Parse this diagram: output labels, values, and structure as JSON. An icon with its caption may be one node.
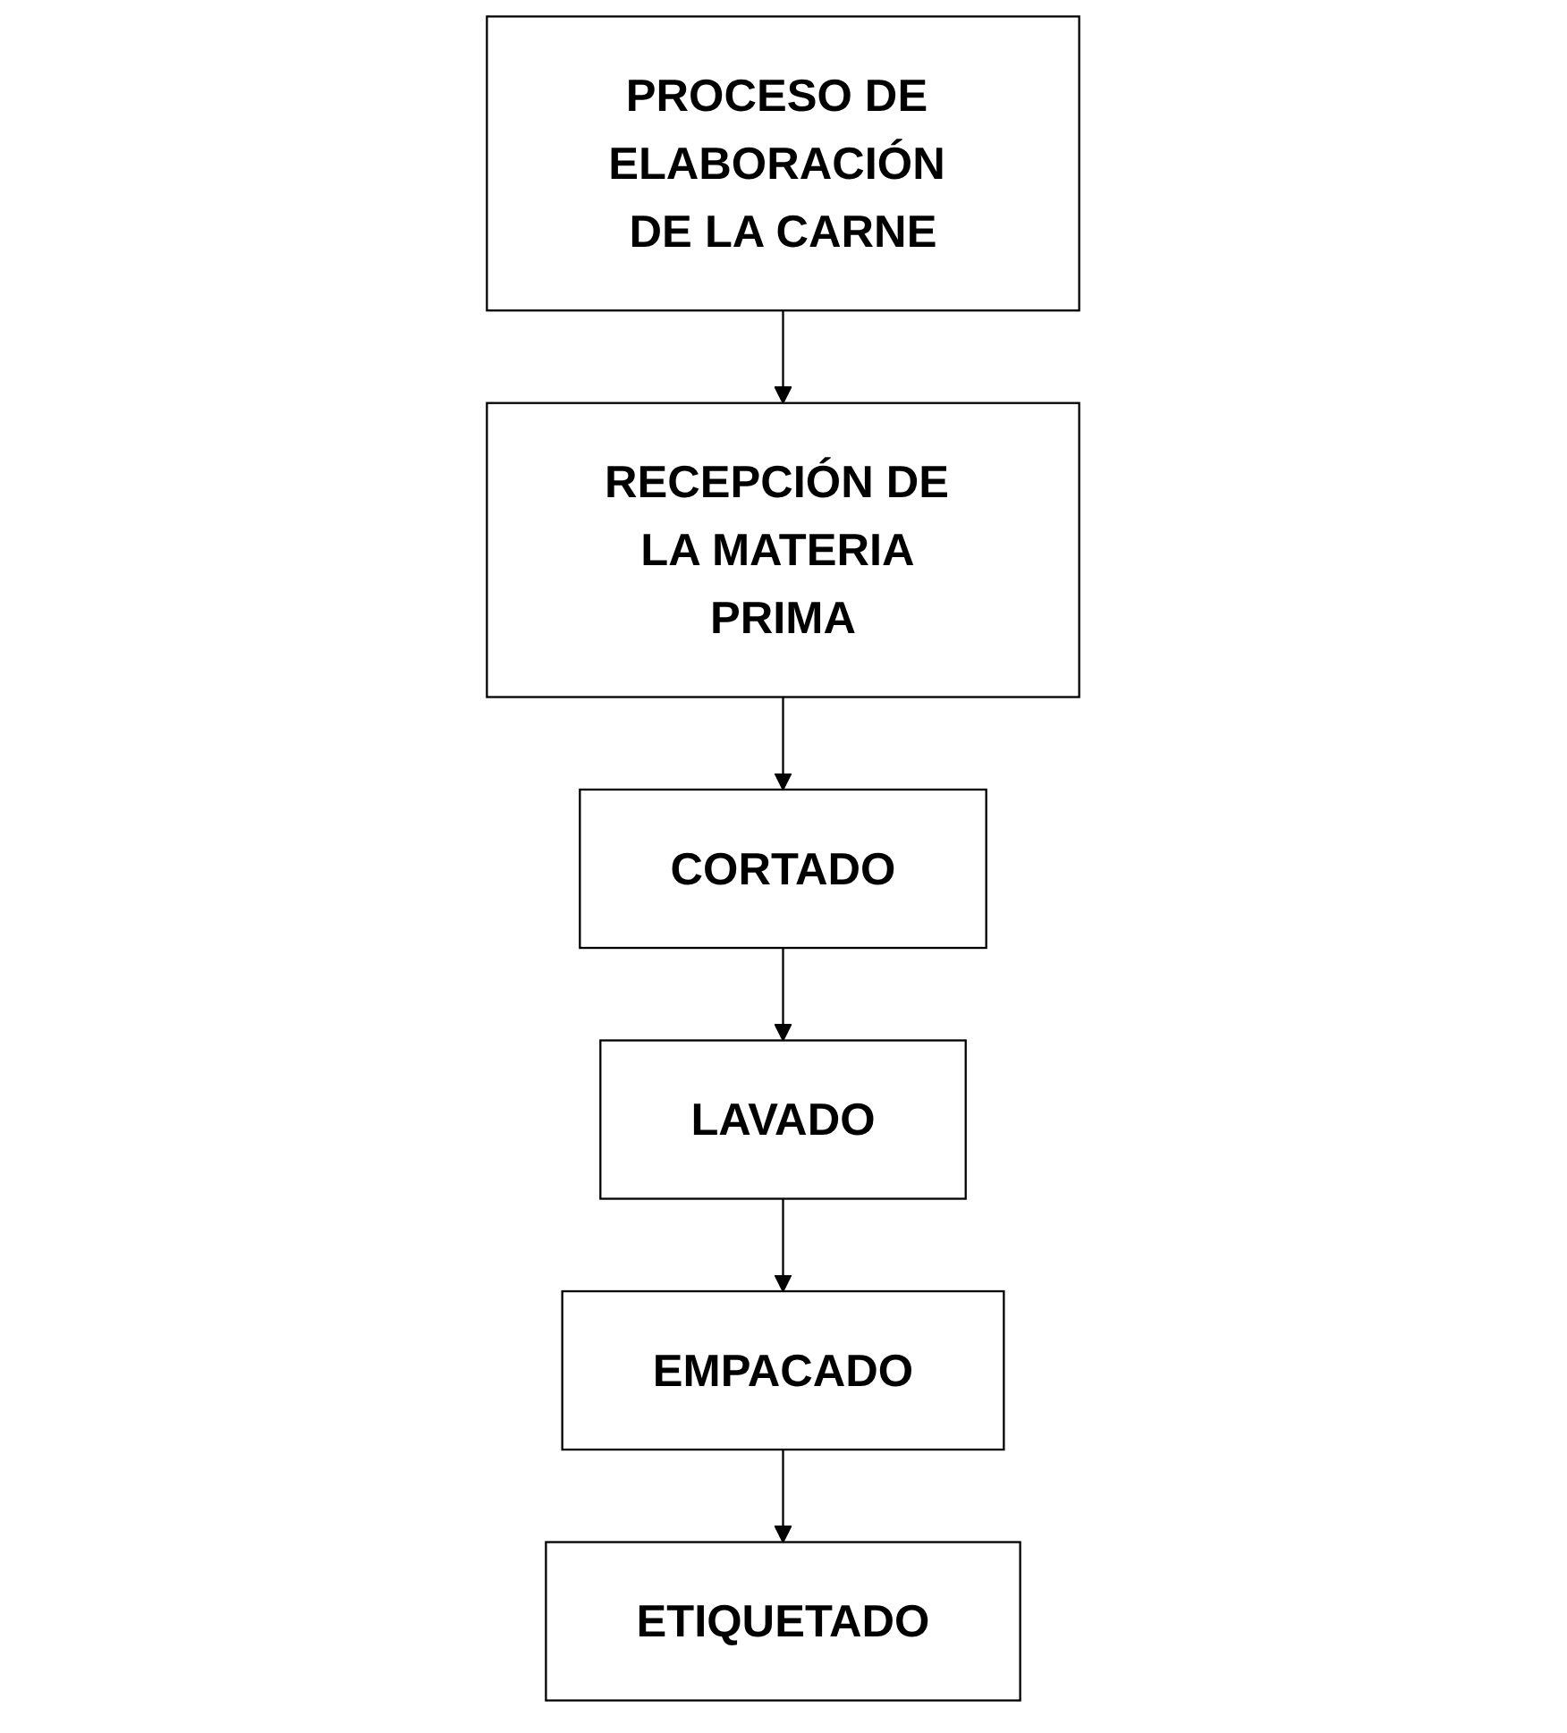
{
  "diagram": {
    "nodes": [
      {
        "text": [
          "PROCESO DE ELABORACIÓN DE LA CARNE"
        ]
      },
      {
        "text": [
          "RECEPCIÓN DE LA MATERIA PRIMA"
        ]
      },
      {
        "text": [
          "CORTADO"
        ]
      },
      {
        "text": [
          "LAVADO"
        ]
      },
      {
        "text": [
          "EMPACADO"
        ]
      },
      {
        "text": [
          "ETIQUETADO"
        ]
      }
    ],
    "edges": [
      {
        "from": 0,
        "to": 1,
        "arrow": "to"
      },
      {
        "from": 1,
        "to": 2,
        "arrow": "to"
      },
      {
        "from": 2,
        "to": 3,
        "arrow": "to"
      },
      {
        "from": 3,
        "to": 4,
        "arrow": "to"
      },
      {
        "from": 4,
        "to": 5,
        "arrow": "to"
      }
    ]
  }
}
